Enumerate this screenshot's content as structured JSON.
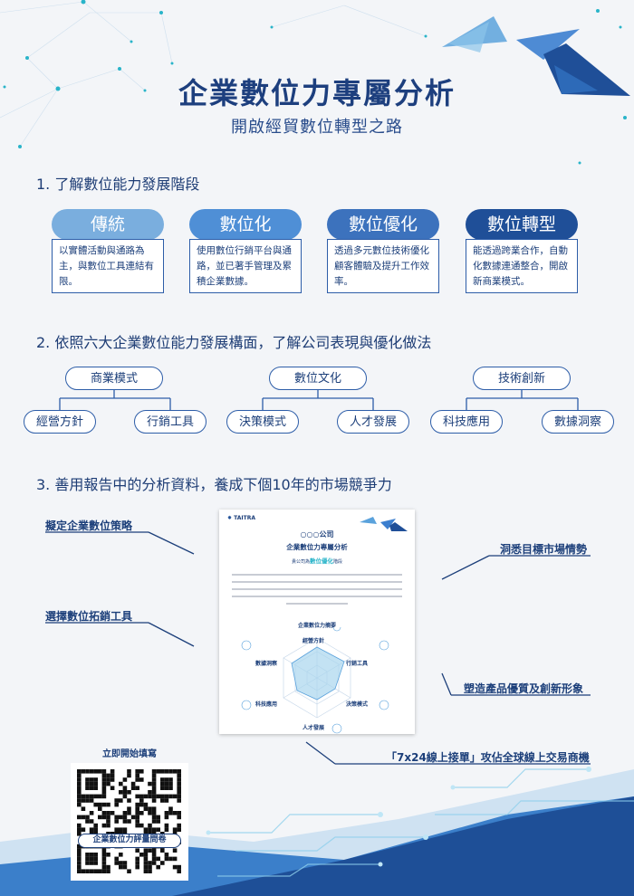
{
  "header": {
    "title": "企業數位力專屬分析",
    "subtitle": "開啟經貿數位轉型之路"
  },
  "section1": {
    "heading": "1. 了解數位能力發展階段",
    "stages": [
      {
        "label": "傳統",
        "desc": "以實體活動與通路為主，與數位工具連結有限。",
        "color": "#7aaede"
      },
      {
        "label": "數位化",
        "desc": "使用數位行銷平台與通路，並已著手管理及累積企業數據。",
        "color": "#4f8fd6"
      },
      {
        "label": "數位優化",
        "desc": "透過多元數位技術優化顧客體驗及提升工作效率。",
        "color": "#3c72bd"
      },
      {
        "label": "數位轉型",
        "desc": "能透過跨業合作，自動化數據連通整合，開啟新商業模式。",
        "color": "#1f4f98"
      }
    ]
  },
  "section2": {
    "heading": "2. 依照六大企業數位能力發展構面，了解公司表現與優化做法",
    "groups": [
      {
        "parent": "商業模式",
        "children": [
          "經營方針",
          "行銷工具"
        ]
      },
      {
        "parent": "數位文化",
        "children": [
          "決策模式",
          "人才發展"
        ]
      },
      {
        "parent": "技術創新",
        "children": [
          "科技應用",
          "數據洞察"
        ]
      }
    ]
  },
  "section3": {
    "heading": "3. 善用報告中的分析資料，養成下個10年的市場競爭力",
    "callouts_left": [
      "擬定企業數位策略",
      "選擇數位拓銷工具"
    ],
    "callouts_right": [
      "洞悉目標市場情勢",
      "塑造產品優質及創新形象"
    ],
    "callout_bottom": "「7x24線上接單」攻佔全球線上交易商機"
  },
  "report": {
    "brand": "TAITRA",
    "company": "○○○公司",
    "title": "企業數位力專屬分析",
    "stage_line_prefix": "貴公司為",
    "stage_highlight": "數位優化",
    "stage_line_suffix": "階段",
    "summary_title": "企業數位力摘要",
    "radar_labels": [
      "經營方針",
      "行銷工具",
      "決策模式",
      "人才發展",
      "科技應用",
      "數據洞察"
    ]
  },
  "qr": {
    "cta": "立即開始填寫",
    "label": "企業數位力評量問卷"
  },
  "colors": {
    "navy": "#1d3f7e",
    "accent": "#3c72bd",
    "light": "#7aaede"
  }
}
